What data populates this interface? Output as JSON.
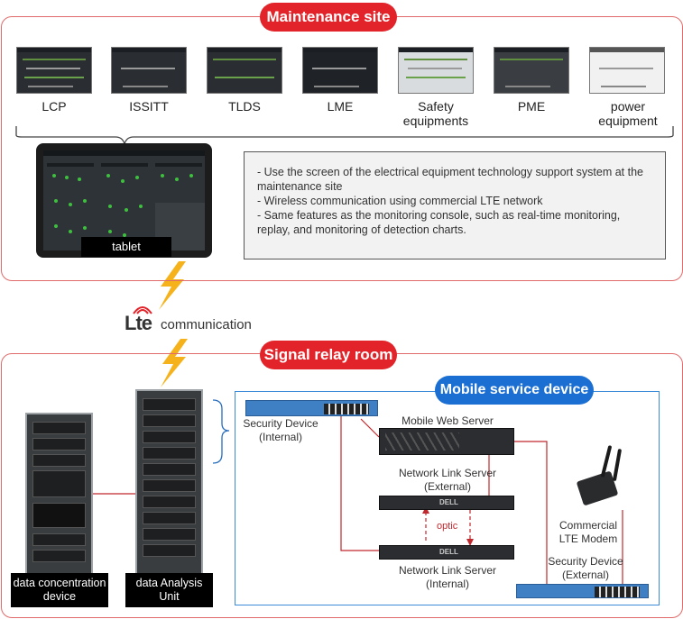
{
  "maintenance": {
    "title": "Maintenance site",
    "equipment": [
      {
        "label": "LCP"
      },
      {
        "label": "ISSITT"
      },
      {
        "label": "TLDS"
      },
      {
        "label": "LME"
      },
      {
        "label": "Safety equipments"
      },
      {
        "label": "PME"
      },
      {
        "label": "power equipment"
      }
    ],
    "tablet_label": "tablet",
    "description": [
      "- Use the screen of the electrical equipment technology support system at the maintenance site",
      "- Wireless communication using commercial LTE network",
      "- Same features as the monitoring console, such as real-time monitoring, replay, and monitoring of detection charts."
    ]
  },
  "lte": {
    "logo_text": "Lte",
    "label": "communication"
  },
  "relay": {
    "title": "Signal relay room",
    "rack1_label": "data concentration device",
    "rack2_label": "data Analysis Unit"
  },
  "mobile": {
    "title": "Mobile service device",
    "security_internal": "Security Device (Internal)",
    "web_server": "Mobile Web Server",
    "link_external": "Network Link Server (External)",
    "optic": "optic",
    "link_internal": "Network Link Server (Internal)",
    "modem": "Commercial LTE Modem",
    "security_external": "Security Device (External)",
    "server_brand": "DELL"
  },
  "colors": {
    "accent_red": "#e2242a",
    "accent_blue": "#1b6fd3",
    "line_red": "#c0282d",
    "panel_border": "#e06a6a"
  }
}
